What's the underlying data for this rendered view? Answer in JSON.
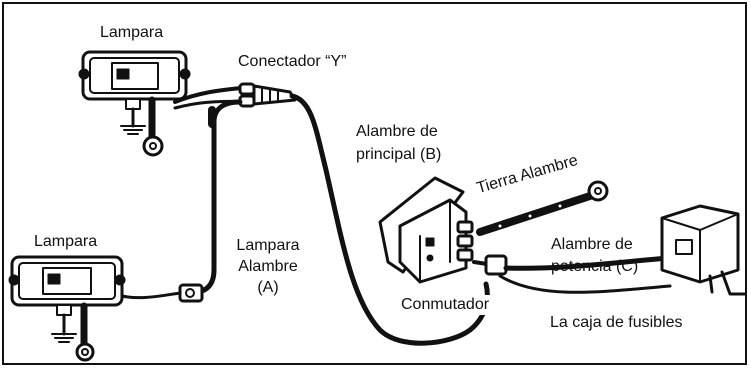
{
  "labels": {
    "lamp_top": "Lampara",
    "y_connector": "Conectador “Y”",
    "main_wire_line1": "Alambre de",
    "main_wire_line2": "principal (B)",
    "ground_wire": "Tierra Alambre",
    "lamp_bottom": "Lampara",
    "lamp_wire_line1": "Lampara",
    "lamp_wire_line2": "Alambre",
    "lamp_wire_line3": "(A)",
    "power_wire_line1": "Alambre de",
    "power_wire_line2": "potencia (C)",
    "switch": "Conmutador",
    "fuse_box": "La caja de fusibles"
  },
  "colors": {
    "ink": "#111111",
    "background": "#ffffff"
  }
}
